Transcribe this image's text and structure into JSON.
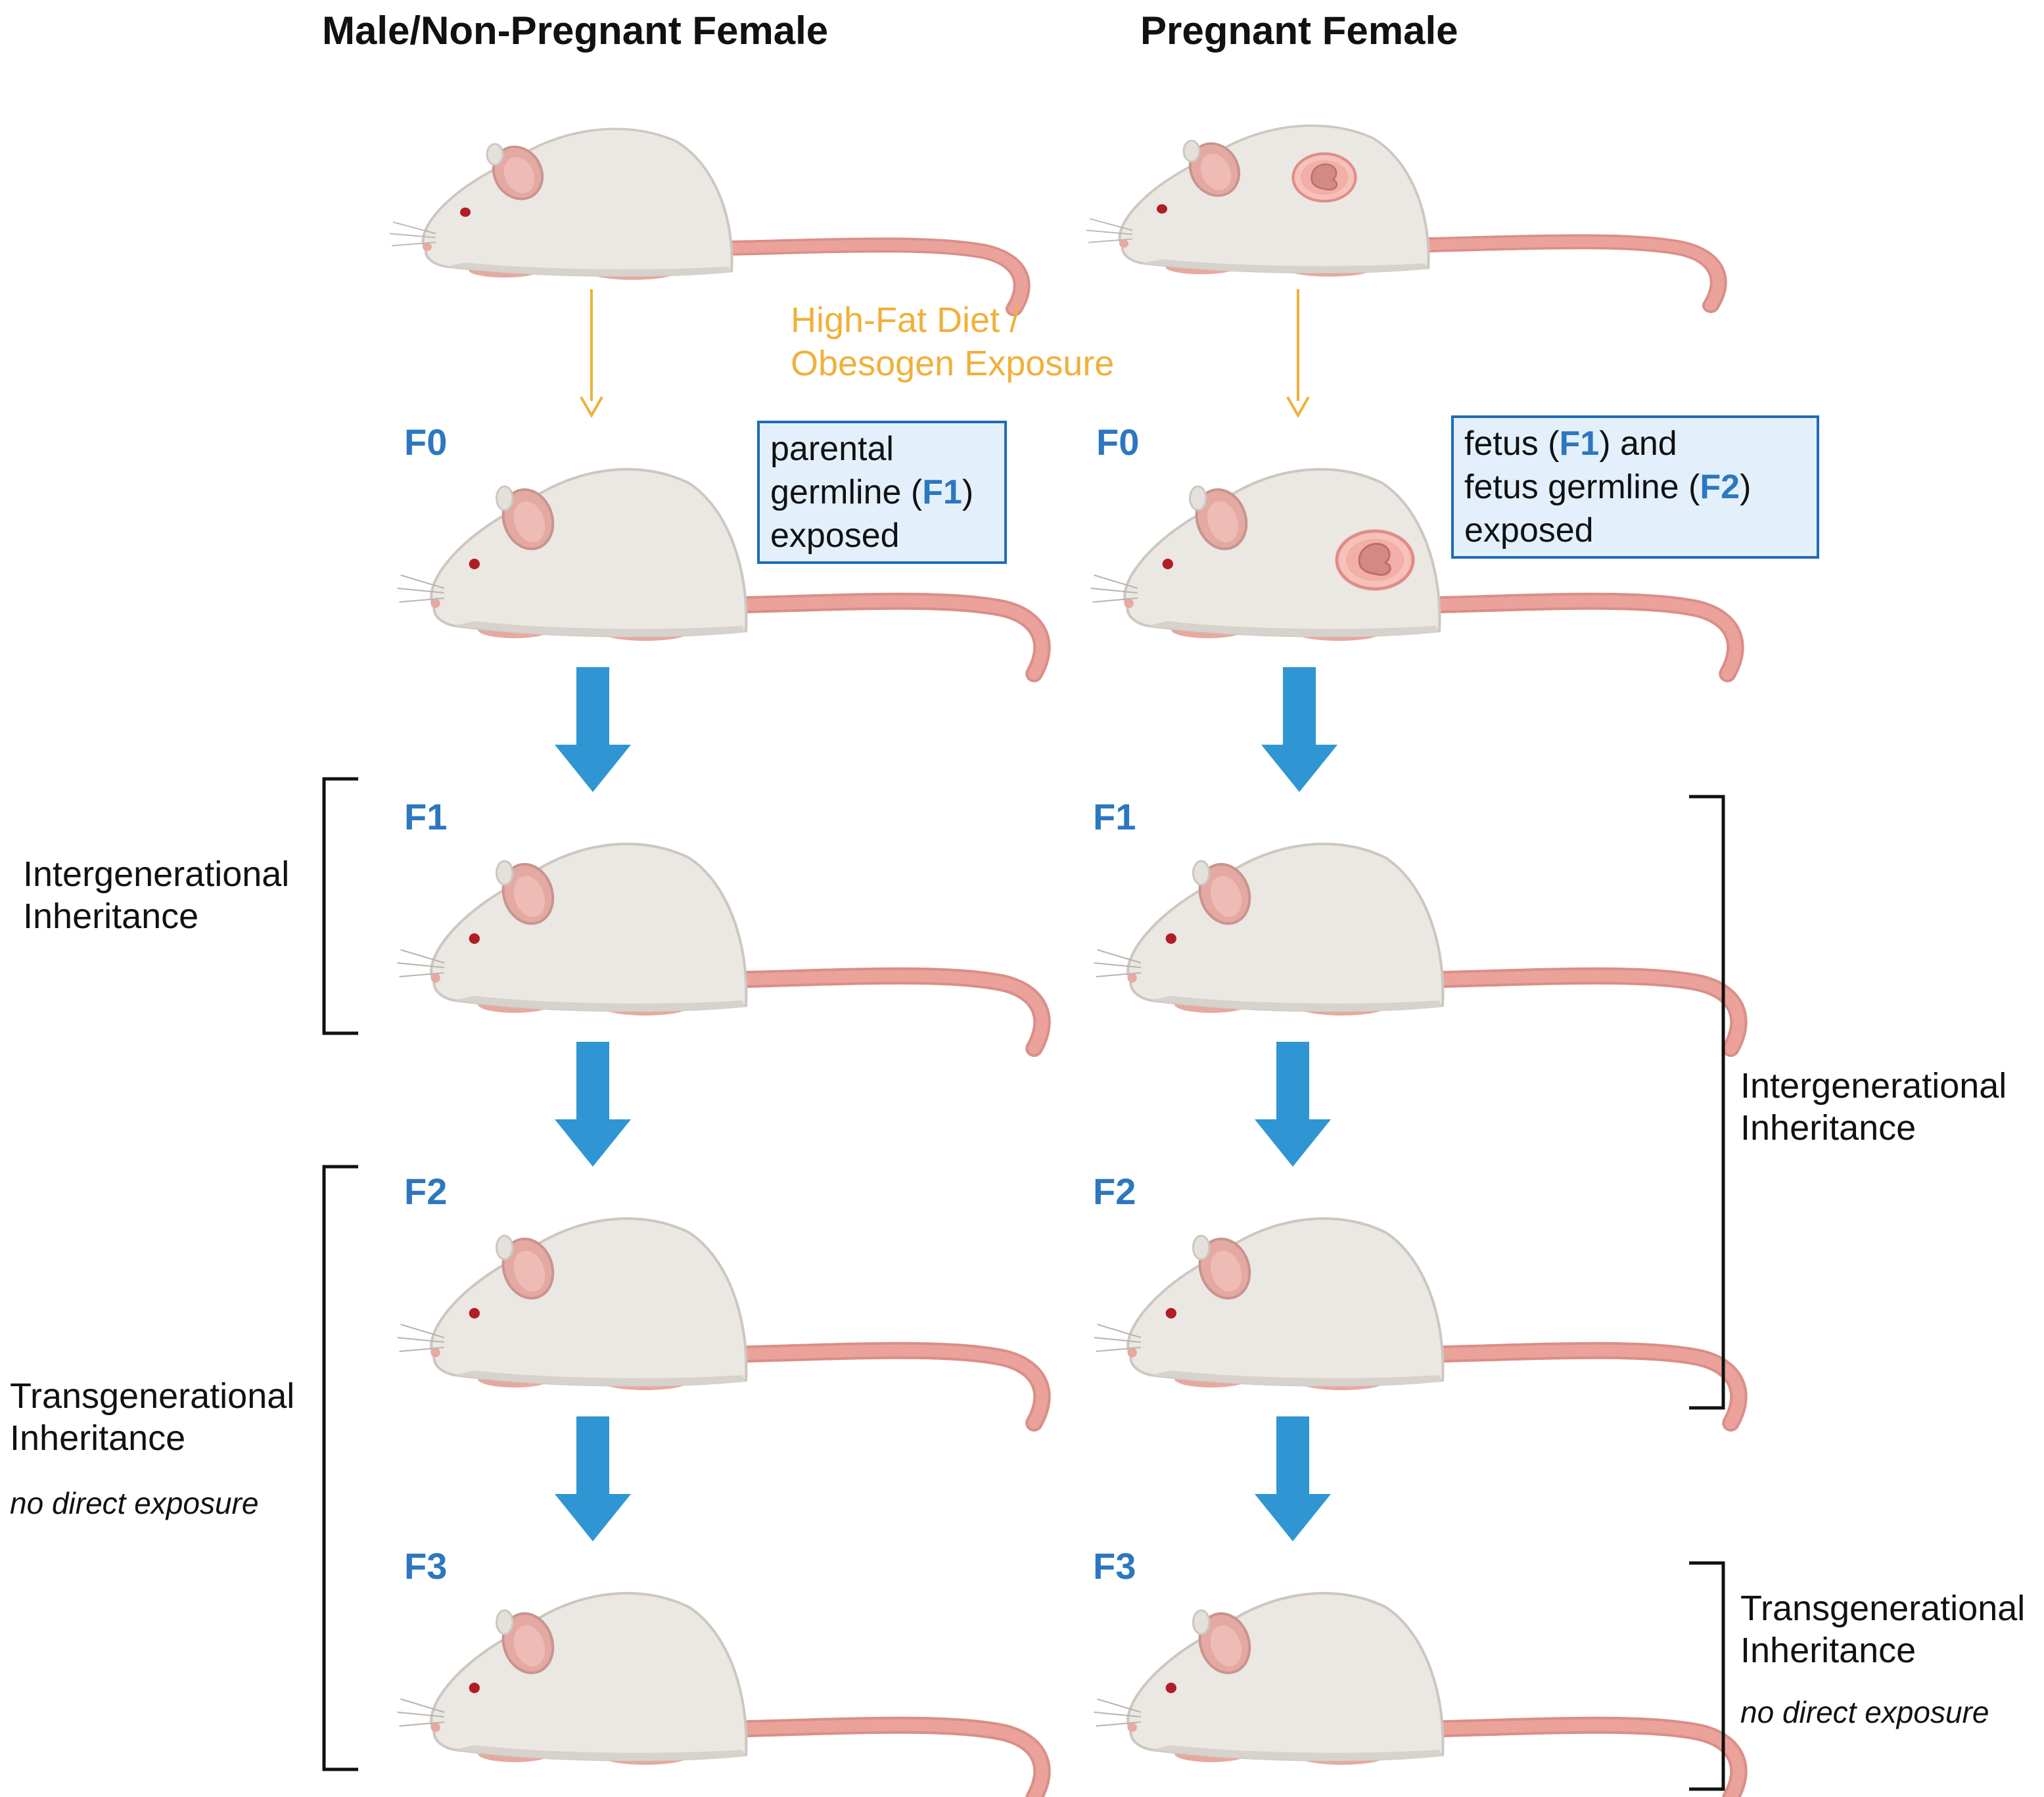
{
  "columns": {
    "left_title": "Male/Non-Pregnant Female",
    "right_title": "Pregnant Female"
  },
  "exposure": {
    "line1": "High-Fat Diet /",
    "line2": "Obesogen Exposure",
    "color": "#f0b03a"
  },
  "generations": [
    "F0",
    "F1",
    "F2",
    "F3"
  ],
  "left_box": {
    "line1": "parental",
    "line2_pre": "germline (",
    "line2_gen": "F1",
    "line2_post": ")",
    "line3": "exposed"
  },
  "right_box": {
    "line1_pre": "fetus (",
    "line1_gen": "F1",
    "line1_post": ") and",
    "line2_pre": "fetus germline (",
    "line2_gen": "F2",
    "line2_post": ")",
    "line3": "exposed"
  },
  "left_brackets": {
    "inter_line1": "Intergenerational",
    "inter_line2": "Inheritance",
    "trans_line1": "Transgenerational",
    "trans_line2": "Inheritance",
    "trans_note": "no direct exposure"
  },
  "right_brackets": {
    "inter_line1": "Intergenerational",
    "inter_line2": "Inheritance",
    "trans_line1": "Transgenerational",
    "trans_line2": "Inheritance",
    "trans_note": "no direct exposure"
  },
  "colors": {
    "generation_label": "#2c77c0",
    "big_arrow": "#2f96d3",
    "box_fill": "#e3f0fc",
    "box_border": "#1f6cb5",
    "mouse_body": "#ebe7e3",
    "mouse_tail": "#e3968d"
  },
  "icons": [
    "mouse-icon",
    "fetus-icon",
    "down-arrow-icon",
    "bracket-icon"
  ]
}
